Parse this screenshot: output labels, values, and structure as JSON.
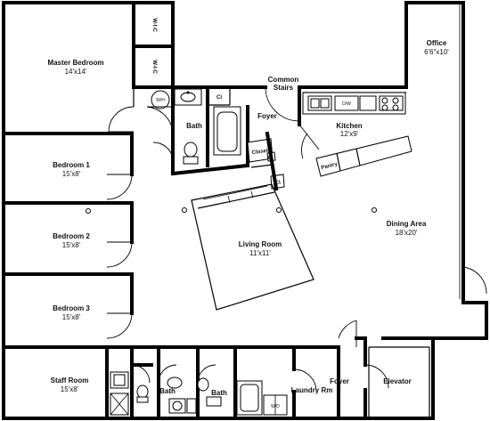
{
  "rooms": {
    "master_bedroom": {
      "name": "Master Bedroom",
      "size": "14'x14'"
    },
    "wic_1": {
      "name": "W-I-C"
    },
    "wic_2": {
      "name": "W-I-C"
    },
    "wh": {
      "name": "W/H"
    },
    "bath_main": {
      "name": "Bath"
    },
    "closet_1": {
      "name": "Cl"
    },
    "closet_2": {
      "name": "Closet"
    },
    "closet_3": {
      "name": "Cl"
    },
    "closet_4": {
      "name": "Cl"
    },
    "foyer_top": {
      "name": "Foyer"
    },
    "common_stairs": {
      "line1": "Common",
      "line2": "Stairs"
    },
    "office": {
      "name": "Office",
      "size": "6'6\"x10'"
    },
    "kitchen": {
      "name": "Kitchen",
      "size": "12'x9'"
    },
    "dw": {
      "name": "D/W"
    },
    "pantry": {
      "name": "Pantry"
    },
    "bedroom_1": {
      "name": "Bedroom 1",
      "size": "15'x8'"
    },
    "bedroom_2": {
      "name": "Bedroom 2",
      "size": "15'x8'"
    },
    "bedroom_3": {
      "name": "Bedroom 3",
      "size": "15'x8'"
    },
    "living_room": {
      "name": "Living Room",
      "size": "11'x11'"
    },
    "dining_area": {
      "name": "Dining Area",
      "size": "18'x20'"
    },
    "staff_room": {
      "name": "Staff Room",
      "size": "15'x8'"
    },
    "bath_2": {
      "name": "Bath"
    },
    "bath_3": {
      "name": "Bath"
    },
    "laundry": {
      "name": "Laundry Rm"
    },
    "wd": {
      "name": "W/D"
    },
    "foyer_bottom": {
      "name": "Foyer"
    },
    "elevator": {
      "name": "Elevator"
    }
  }
}
